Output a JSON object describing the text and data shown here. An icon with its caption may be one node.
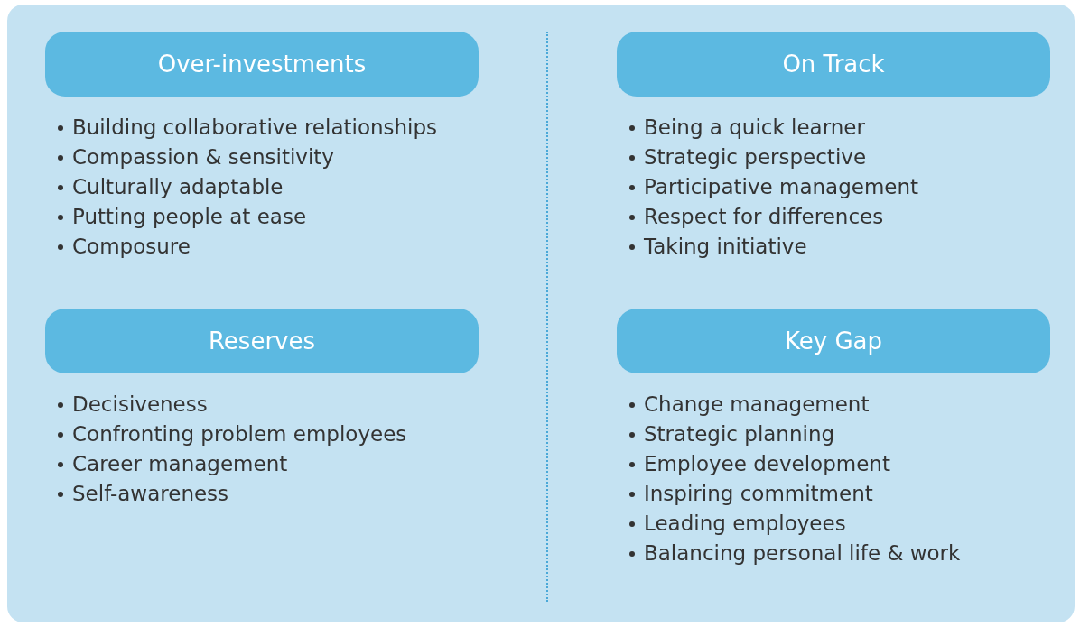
{
  "diagram": {
    "nodes": [
      {
        "text": [
          "Over-investments"
        ],
        "beside": [
          "Building collaborative relationships",
          "Compassion & sensitivity",
          "Culturally adaptable",
          "Putting people at ease",
          "Composure"
        ]
      },
      {
        "text": [
          "On Track"
        ],
        "beside": [
          "Being a quick learner",
          "Strategic perspective",
          "Participative management",
          "Respect for differences",
          "Taking initiative"
        ]
      },
      {
        "text": [
          "Reserves"
        ],
        "beside": [
          "Decisiveness",
          "Confronting problem employees",
          "Career management",
          "Self-awareness"
        ]
      },
      {
        "text": [
          "Key Gap"
        ],
        "beside": [
          "Change management",
          "Strategic planning",
          "Employee development",
          "Inspiring commitment",
          "Leading employees",
          "Balancing personal life & work"
        ]
      }
    ],
    "edges": []
  }
}
